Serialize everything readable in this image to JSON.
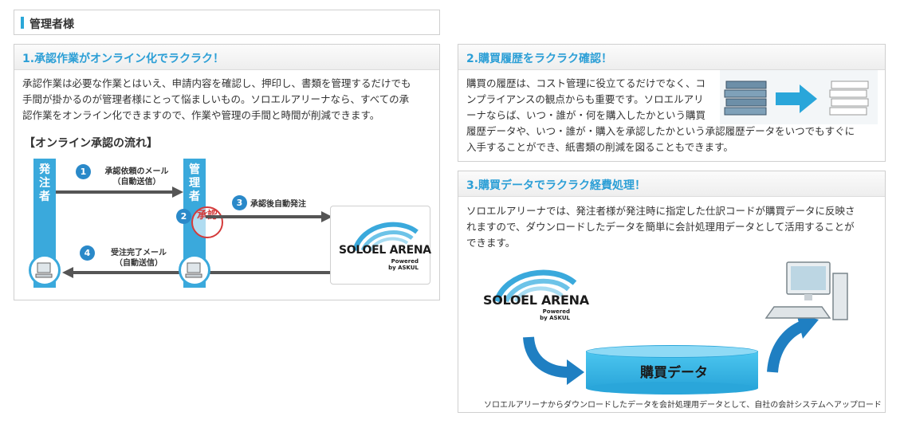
{
  "header": {
    "title": "管理者様"
  },
  "section1": {
    "title": "1.承認作業がオンライン化でラクラク！",
    "lines": [
      "承認作業は必要な作業とはいえ、申請内容を確認し、押印し、書類を管理するだけでも",
      "手間が掛かるのが管理者様にとって悩ましいもの。ソロエルアリーナなら、すべての承",
      "認作業をオンライン化できますので、作業や管理の手間と時間が削減できます。"
    ],
    "flow_title": "【オンライン承認の流れ】",
    "orderer_label": "発注者",
    "manager_label": "管理者",
    "stamp_text": "承認",
    "steps": [
      {
        "num": "1",
        "line1": "承認依頼のメール",
        "line2": "（自動送信）"
      },
      {
        "num": "2"
      },
      {
        "num": "3",
        "line1": "承認後自動発注"
      },
      {
        "num": "4",
        "line1": "受注完了メール",
        "line2": "（自動送信）"
      }
    ],
    "logo": {
      "name": "SOLOEL ARENA",
      "powered": "Powered",
      "by": "by ASKUL"
    }
  },
  "section2": {
    "title": "2.購買履歴をラクラク確認！",
    "lines": [
      "購買の履歴は、コスト管理に役立てるだけでなく、コ",
      "ンプライアンスの観点からも重要です。ソロエルアリ",
      "ーナならば、いつ・誰が・何を購入したかという購買",
      "履歴データや、いつ・誰が・購入を承認したかという承認履歴データをいつでもすぐに",
      "入手することができ、紙書類の削減を図ることもできます。"
    ]
  },
  "section3": {
    "title": "3.購買データでラクラク経費処理！",
    "lines": [
      "ソロエルアリーナでは、発注者様が発注時に指定した仕訳コードが購買データに反映さ",
      "れますので、ダウンロードしたデータを簡単に会計処理用データとして活用することが",
      "できます。"
    ],
    "logo": {
      "name": "SOLOEL ARENA",
      "powered": "Powered",
      "by": "by ASKUL"
    },
    "db_label": "購買データ",
    "caption": "ソロエルアリーナからダウンロードしたデータを会計処理用データとして、自社の会計システムへアップロード"
  },
  "colors": {
    "accent": "#2c9fd6",
    "pillar": "#3aa9dc",
    "step": "#2a89c9",
    "stamp": "#d43a3a"
  }
}
